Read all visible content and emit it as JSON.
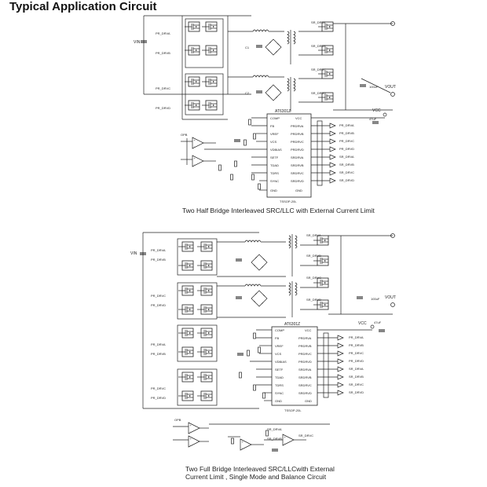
{
  "title": "Typical Application Circuit",
  "circuit1": {
    "caption": "Two Half Bridge Interleaved SRC/LLC with External Current Limit",
    "ic_name": "AT6301Z",
    "package": "TSSOP-20L",
    "vin": "VIN",
    "vout": "VOUT",
    "vcc": "VCC",
    "out_cap": "100uF",
    "vcc_cap": "47uF",
    "left_pins": [
      "COMP",
      "FB",
      "VREF",
      "VCS",
      "VDBIAS",
      "SETF",
      "TDAD",
      "TDRS",
      "SYNC",
      "GND"
    ],
    "right_pins": [
      "VCC",
      "PRDRVA",
      "PRDRVB",
      "PRDRVC",
      "PRDRVD",
      "SRDRVA",
      "SRDRVB",
      "SRDRVC",
      "SRDRVD",
      "GND"
    ],
    "drive_labels": [
      "PR_DRVA",
      "PR_DRVB",
      "PR_DRVC",
      "PR_DRVD",
      "SR_DRVA",
      "SR_DRVB",
      "SR_DRVC",
      "SR_DRVD"
    ]
  },
  "circuit2": {
    "caption_line1": "Two Full Bridge Interleaved SRC/LLCwith External",
    "caption_line2": "Current Limit , Single Mode and Balance Circuit",
    "ic_name": "AT6301Z",
    "package": "TSSOP-20L",
    "vin": "VIN",
    "vout": "VOUT",
    "vcc": "VCC",
    "out_cap": "100uF",
    "vcc_cap": "47uF",
    "left_pins": [
      "COMP",
      "FB",
      "VREF",
      "VCS",
      "VDBIAS",
      "SETF",
      "TDAD",
      "TDRS",
      "SYNC",
      "GND"
    ],
    "right_pins": [
      "VCC",
      "PRDRVA",
      "PRDRVB",
      "PRDRVC",
      "PRDRVD",
      "SRDRVA",
      "SRDRVB",
      "SRDRVC",
      "SRDRVD",
      "GND"
    ],
    "drive_labels": [
      "PR_DRVA",
      "PR_DRVB",
      "PR_DRVC",
      "PR_DRVD",
      "SR_DRVA",
      "SR_DRVB",
      "SR_DRVC",
      "SR_DRVD"
    ],
    "balance_labels": [
      "SR_DRVA",
      "SR_DRVB",
      "SR_DRVC"
    ]
  }
}
